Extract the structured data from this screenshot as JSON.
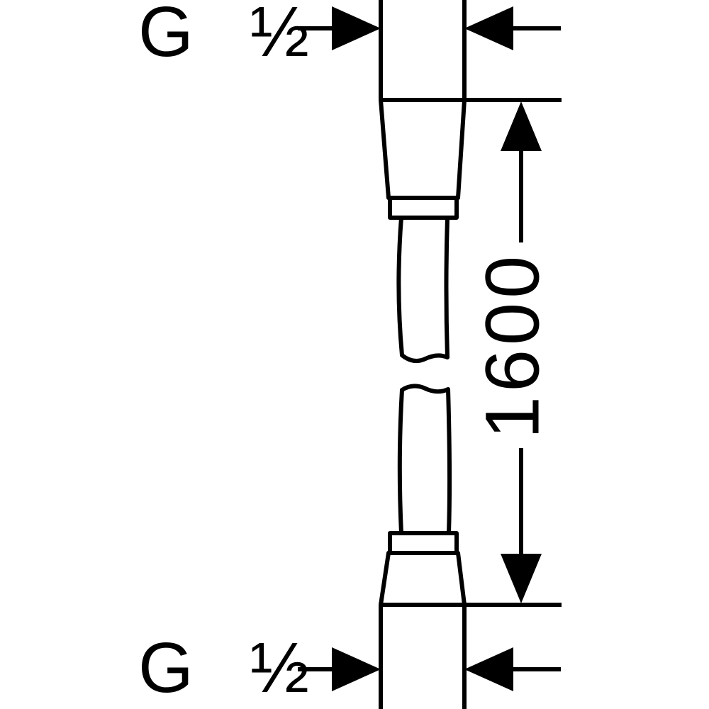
{
  "drawing": {
    "top_thread_label": "G ½",
    "bottom_thread_label": "G ½",
    "length_label": "1600",
    "ink_color": "#000000",
    "paper_color": "#ffffff"
  }
}
